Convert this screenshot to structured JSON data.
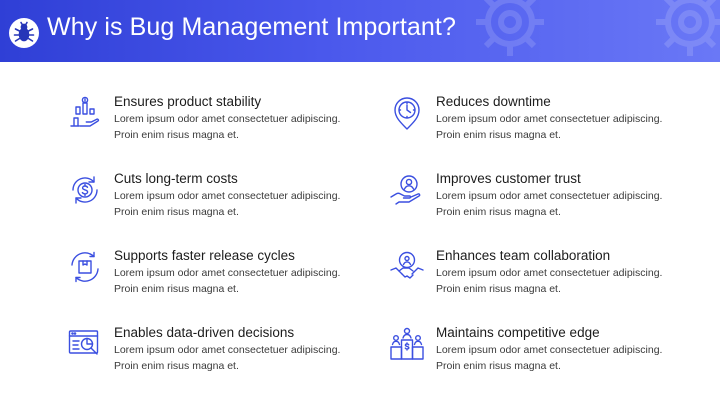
{
  "title": "Why is Bug Management Important?",
  "colors": {
    "accent": "#3b4fe0",
    "header_start": "#2f3fd6",
    "header_end": "#6a78f6"
  },
  "logo_icon": "bug-icon",
  "items": [
    {
      "icon": "money-hand-chart-icon",
      "heading": "Ensures product stability",
      "body": "Lorem ipsum odor amet consectetuer adipiscing. Proin enim risus magna et."
    },
    {
      "icon": "clock-location-icon",
      "heading": "Reduces downtime",
      "body": "Lorem ipsum odor amet consectetuer adipiscing. Proin enim risus magna et."
    },
    {
      "icon": "dollar-cycle-icon",
      "heading": "Cuts long-term costs",
      "body": "Lorem ipsum odor amet consectetuer adipiscing. Proin enim risus magna et."
    },
    {
      "icon": "hand-customer-icon",
      "heading": "Improves customer trust",
      "body": "Lorem ipsum odor amet consectetuer adipiscing. Proin enim risus magna et."
    },
    {
      "icon": "box-cycle-icon",
      "heading": "Supports faster release cycles",
      "body": "Lorem ipsum odor amet consectetuer adipiscing. Proin enim risus magna et."
    },
    {
      "icon": "handshake-team-icon",
      "heading": "Enhances team collaboration",
      "body": "Lorem ipsum odor amet consectetuer adipiscing. Proin enim risus magna et."
    },
    {
      "icon": "data-analytics-icon",
      "heading": "Enables data-driven decisions",
      "body": "Lorem ipsum odor amet consectetuer adipiscing. Proin enim risus magna et."
    },
    {
      "icon": "podium-people-icon",
      "heading": "Maintains competitive edge",
      "body": "Lorem ipsum odor amet consectetuer adipiscing. Proin enim risus magna et."
    }
  ]
}
